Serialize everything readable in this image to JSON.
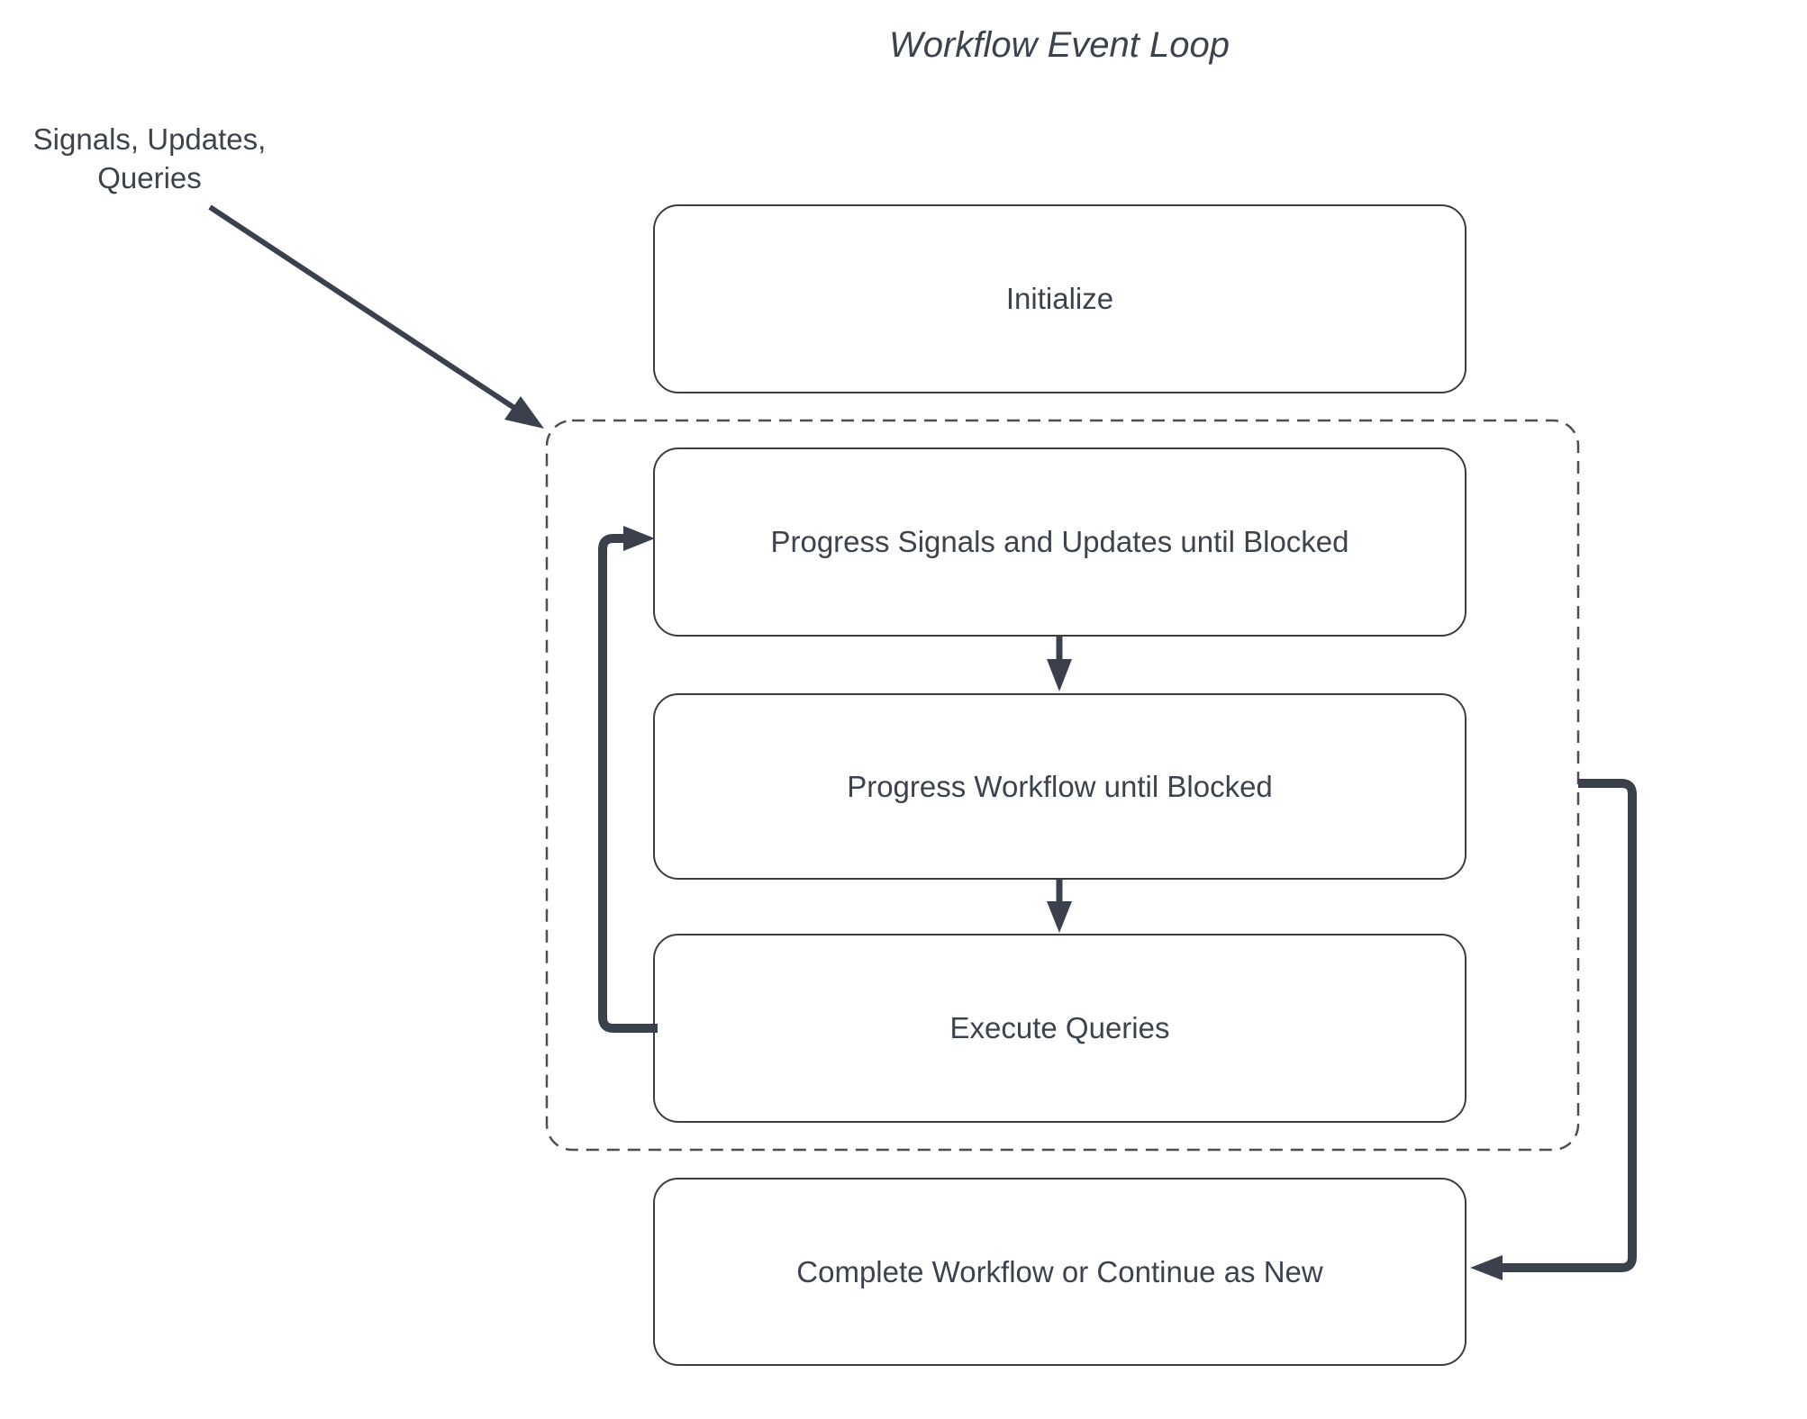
{
  "diagram": {
    "title": "Workflow Event Loop",
    "external_input_label": "Signals, Updates,\nQueries",
    "nodes": [
      {
        "id": "initialize",
        "label": "Initialize"
      },
      {
        "id": "progress-signals",
        "label": "Progress Signals and Updates until Blocked"
      },
      {
        "id": "progress-workflow",
        "label": "Progress Workflow until Blocked"
      },
      {
        "id": "execute-queries",
        "label": "Execute Queries"
      },
      {
        "id": "complete",
        "label": "Complete Workflow or Continue as New"
      }
    ],
    "boundary": {
      "name": "event-loop",
      "style": "dashed",
      "contains": [
        "progress-signals",
        "progress-workflow",
        "execute-queries"
      ]
    },
    "edges": [
      {
        "from": "external-input",
        "to": "event-loop-boundary",
        "style": "thin-diagonal"
      },
      {
        "from": "progress-signals",
        "to": "progress-workflow",
        "style": "short-down"
      },
      {
        "from": "progress-workflow",
        "to": "execute-queries",
        "style": "short-down"
      },
      {
        "from": "execute-queries",
        "to": "progress-signals",
        "style": "thick-loop-left"
      },
      {
        "from": "event-loop-boundary",
        "to": "complete",
        "style": "thick-right-down"
      }
    ],
    "colors": {
      "arrow": "#3a414d",
      "box_border": "#3d3d3d",
      "dashed_border": "#4f4f4f",
      "text": "#3d434d",
      "bg": "#ffffff"
    }
  }
}
